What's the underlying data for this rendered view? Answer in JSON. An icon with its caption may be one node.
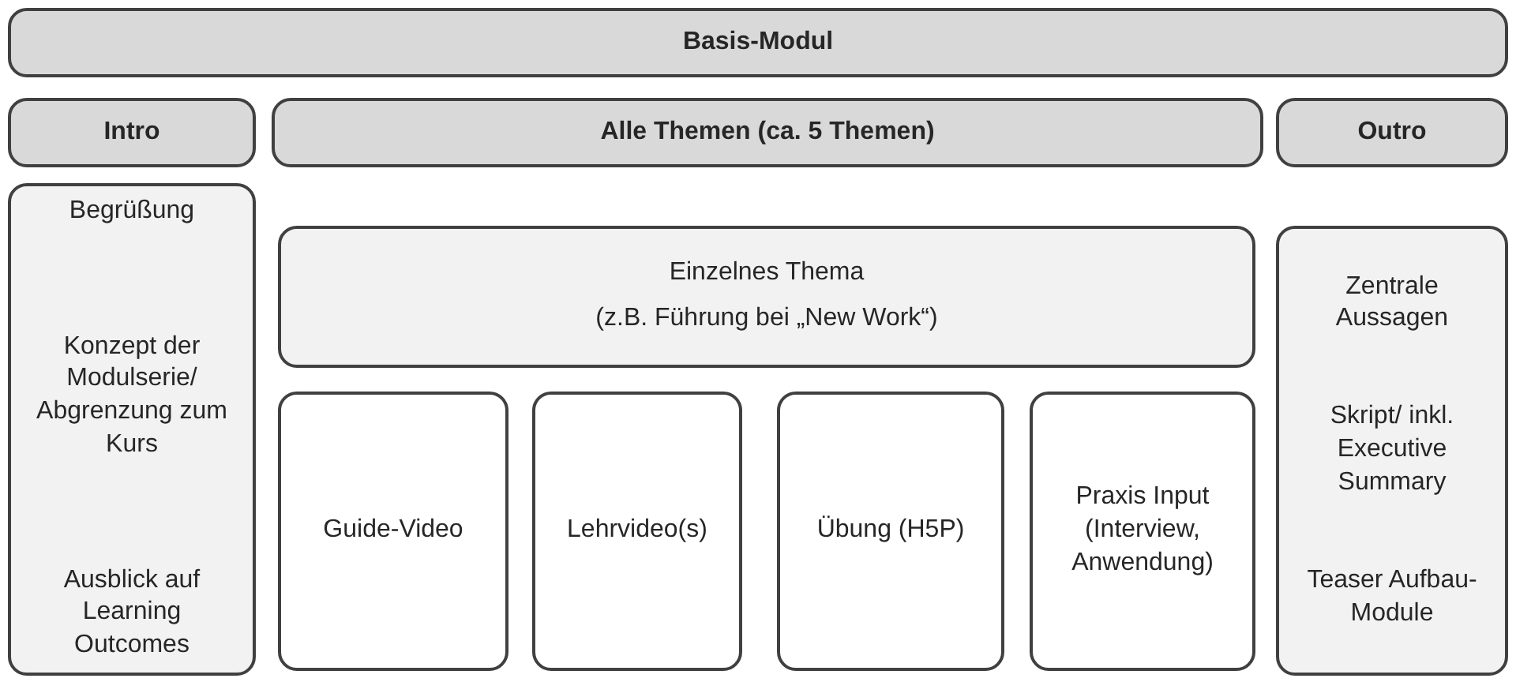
{
  "diagram": {
    "nodes": [
      {
        "text": [
          "Basis-Modul"
        ]
      },
      {
        "text": [
          "Intro"
        ]
      },
      {
        "text": [
          "Alle Themen (ca. 5 Themen)"
        ]
      },
      {
        "text": [
          "Outro"
        ]
      },
      {
        "text": [
          "Begrüßung",
          "Konzept der Modulserie/ Abgrenzung zum Kurs",
          "Ausblick auf Learning Outcomes"
        ]
      },
      {
        "text": [
          "Einzelnes Thema",
          "(z.B. Führung bei „New Work“)"
        ]
      },
      {
        "text": [
          "Guide-Video"
        ]
      },
      {
        "text": [
          "Lehrvideo(s)"
        ]
      },
      {
        "text": [
          "Übung (H5P)"
        ]
      },
      {
        "text": [
          "Praxis Input (Interview, Anwendung)"
        ]
      },
      {
        "text": [
          "Zentrale Aussagen",
          "Skript/ inkl. Executive Summary",
          "Teaser Aufbau-Module"
        ]
      }
    ]
  }
}
